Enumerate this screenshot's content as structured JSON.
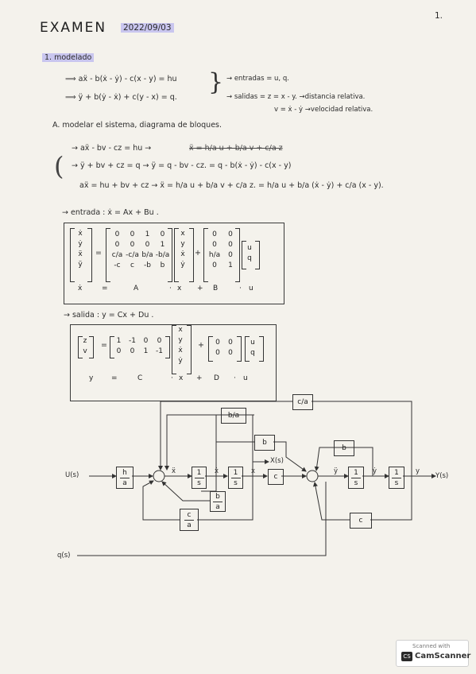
{
  "page": {
    "number": "1.",
    "title": "EXAMEN",
    "date": "2022/09/03"
  },
  "section": {
    "label": "1. modelado",
    "eq1": "⟹ aẍ - b(ẋ - ẏ) - c(x - y) = hu",
    "eq2": "⟹ ÿ + b(ẏ - ẋ) + c(y - x) = q.",
    "inputs": "→ entradas = u, q.",
    "outputs": "→ salidas = z = x - y. →distancia relativa.",
    "velocity": "v = ẋ - ẏ →velocidad relativa."
  },
  "part_a": {
    "heading": "A. modelar el sistema, diagrama de bloques.",
    "line1": "→ aẍ - bv - cz = hu →",
    "line1_struck": "ẍ = h/a u + b/a v + c/a z",
    "line2": "→ ÿ + bv + cz = q → ÿ = q - bv - cz. = q - b(ẋ - ẏ) - c(x - y)",
    "line3": "aẍ = hu + bv + cz → ẍ = h/a u + b/a v + c/a z. = h/a u + b/a (ẋ - ẏ) + c/a (x - y)."
  },
  "state_eq": {
    "label": "→ entrada : ẋ = Ax + Bu .",
    "lhs": [
      "ẋ",
      "ẏ",
      "ẍ",
      "ÿ"
    ],
    "A": [
      [
        "0",
        "0",
        "1",
        "0"
      ],
      [
        "0",
        "0",
        "0",
        "1"
      ],
      [
        "c/a",
        "-c/a",
        "b/a",
        "-b/a"
      ],
      [
        "-c",
        "c",
        "-b",
        "b"
      ]
    ],
    "x": [
      "x",
      "y",
      "ẋ",
      "ẏ"
    ],
    "B": [
      [
        "0",
        "0"
      ],
      [
        "0",
        "0"
      ],
      [
        "h/a",
        "0"
      ],
      [
        "0",
        "1"
      ]
    ],
    "u": [
      "u",
      "q"
    ],
    "caption": [
      "ẋ",
      "=",
      "A",
      "·",
      "x",
      "+",
      "B",
      "·",
      "u"
    ]
  },
  "output_eq": {
    "label": "→ salida : y = Cx + Du .",
    "lhs": [
      "z",
      "v"
    ],
    "C": [
      [
        "1",
        "-1",
        "0",
        "0"
      ],
      [
        "0",
        "0",
        "1",
        "-1"
      ]
    ],
    "x": [
      "x",
      "y",
      "ẋ",
      "ẏ"
    ],
    "D": [
      [
        "0",
        "0"
      ],
      [
        "0",
        "0"
      ]
    ],
    "u": [
      "u",
      "q"
    ],
    "caption": [
      "y",
      "=",
      "C",
      "·",
      "x",
      "+",
      "D",
      "·",
      "u"
    ]
  },
  "diagram": {
    "input_u": "U(s)",
    "input_q": "q(s)",
    "output_y": "Y(s)",
    "x_out": "X(s)",
    "blocks": {
      "h_a": [
        "h",
        "a"
      ],
      "int1": [
        "1",
        "s"
      ],
      "int2": [
        "1",
        "s"
      ],
      "int3": [
        "1",
        "s"
      ],
      "int4": [
        "1",
        "s"
      ],
      "c_mid": "c",
      "b_a_small": [
        "b",
        "a"
      ],
      "c_a_low": [
        "c",
        "a"
      ],
      "c_a_top": "c/a",
      "b_a_top": "b/a",
      "b_mid": "b",
      "b_right": "b",
      "c_right": "c"
    },
    "signals": {
      "xdd": "ẍ",
      "xd": "ẋ",
      "x": "x",
      "ydd": "ÿ",
      "yd": "ẏ",
      "y": "y"
    }
  },
  "scanner": {
    "top": "Scanned with",
    "brand": "CamScanner"
  }
}
